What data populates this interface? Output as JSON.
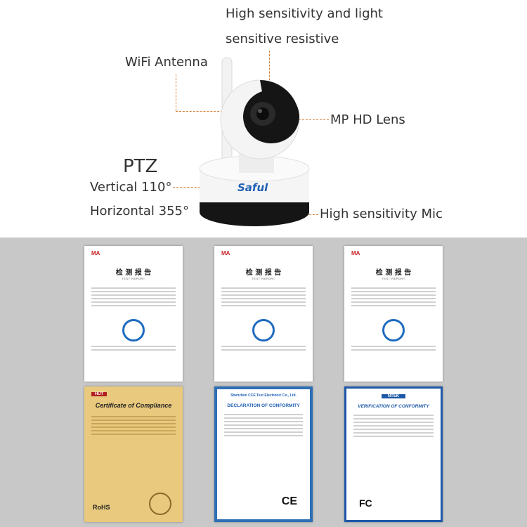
{
  "labels": {
    "sensor_line1": "High sensitivity and light",
    "sensor_line2": "sensitive resistive",
    "wifi": "WiFi Antenna",
    "lens": "MP HD Lens",
    "ptz": "PTZ",
    "vertical": "Vertical 110°",
    "horizontal": "Horizontal 355°",
    "mic": "High sensitivity Mic"
  },
  "brand": "Saful",
  "reports": [
    {
      "title": "检 测 报 告",
      "subtitle": "TEST REPORT"
    },
    {
      "title": "检 测 报 告",
      "subtitle": "TEST REPORT"
    },
    {
      "title": "检 测 报 告",
      "subtitle": "TEST REPORT"
    }
  ],
  "certs": {
    "hut_badge": "HUT",
    "compliance_title": "Certificate of Compliance",
    "rohs": "RoHS",
    "cce_header": "Shenzhen CCE Test Electronic Co., Ltd.",
    "doc_title": "DECLARATION OF CONFORMITY",
    "ce": "CE",
    "ntek": "NTEK",
    "voc_title": "VERIFICATION OF CONFORMITY",
    "fc": "FC"
  },
  "colors": {
    "leader": "#d9813a",
    "camera_white": "#f4f4f4",
    "camera_black": "#151515",
    "brand_blue": "#1f5fb5"
  }
}
